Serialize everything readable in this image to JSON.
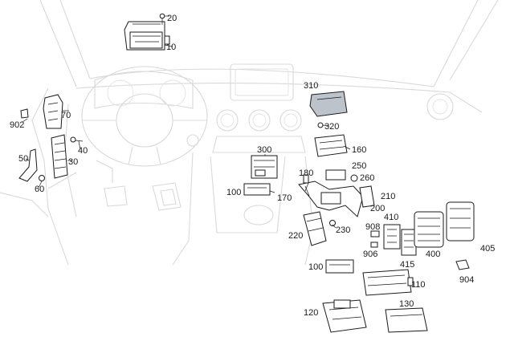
{
  "diagram": {
    "labels": {
      "p10": "10",
      "p20": "20",
      "p30": "30",
      "p40": "40",
      "p50": "50",
      "p60": "60",
      "p70": "70",
      "p100a": "100",
      "p100b": "100",
      "p110": "110",
      "p120": "120",
      "p130": "130",
      "p160": "160",
      "p170": "170",
      "p180": "180",
      "p200": "200",
      "p210": "210",
      "p220": "220",
      "p230": "230",
      "p250": "250",
      "p260": "260",
      "p300": "300",
      "p310": "310",
      "p320": "320",
      "p400": "400",
      "p405": "405",
      "p410": "410",
      "p415": "415",
      "p902": "902",
      "p904": "904",
      "p906": "906",
      "p908": "908"
    },
    "colors": {
      "background_lines": "#d9d9d9",
      "parts": "#1a1a1a",
      "shaded_part": "#bcc3ca"
    }
  }
}
